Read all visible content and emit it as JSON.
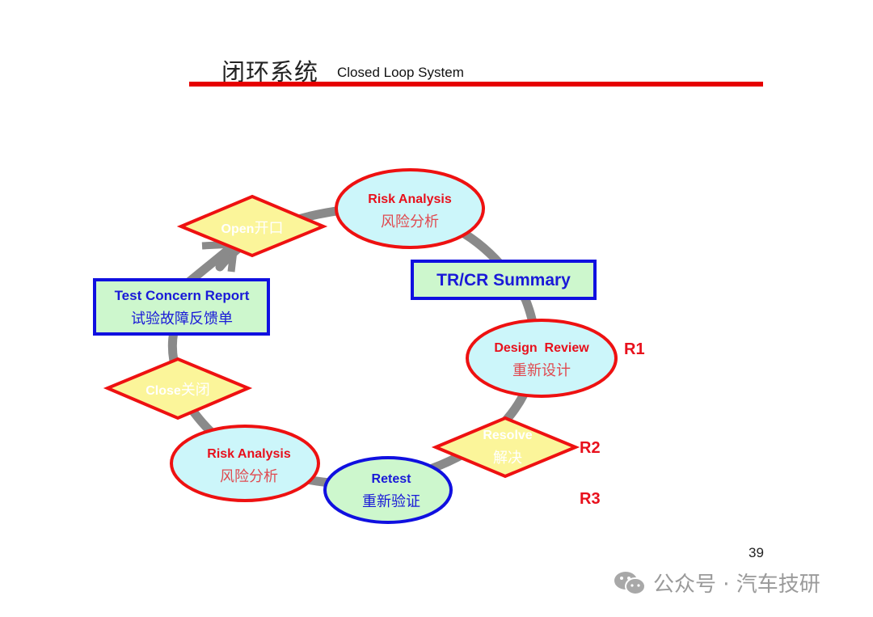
{
  "header": {
    "title_cn": "闭环系统",
    "title_en": "Closed Loop System"
  },
  "diagram": {
    "nodes": {
      "open": {
        "en": "Open",
        "cn": "开口",
        "shape": "diamond"
      },
      "risk_analysis_top": {
        "en": "Risk Analysis",
        "cn": "风险分析",
        "shape": "ellipse"
      },
      "trcr_summary": {
        "en": "TR/CR Summary",
        "shape": "rectangle"
      },
      "design_review": {
        "en": "Design  Review",
        "cn": "重新设计",
        "shape": "ellipse"
      },
      "resolve": {
        "en": "Resolve",
        "cn": "解决",
        "shape": "diamond"
      },
      "retest": {
        "en": "Retest",
        "cn": "重新验证",
        "shape": "ellipse"
      },
      "risk_analysis_bottom": {
        "en": "Risk Analysis",
        "cn": "风险分析",
        "shape": "ellipse"
      },
      "close": {
        "en": "Close",
        "cn": "关闭",
        "shape": "diamond"
      },
      "test_concern_report": {
        "en": "Test Concern Report",
        "cn": "试验故障反馈单",
        "shape": "rectangle"
      }
    },
    "side_labels": {
      "r1": "R1",
      "r2": "R2",
      "r3": "R3"
    },
    "colors": {
      "loop": "#8a8a8a",
      "red_border": "#ee1111",
      "blue_border": "#1010e0",
      "ellipse_fill": "#ccf6fa",
      "green_fill": "#cdf7cd",
      "diamond_fill": "#fbf59a"
    }
  },
  "footer": {
    "page_number": "39",
    "watermark": "公众号 · 汽车技研"
  }
}
